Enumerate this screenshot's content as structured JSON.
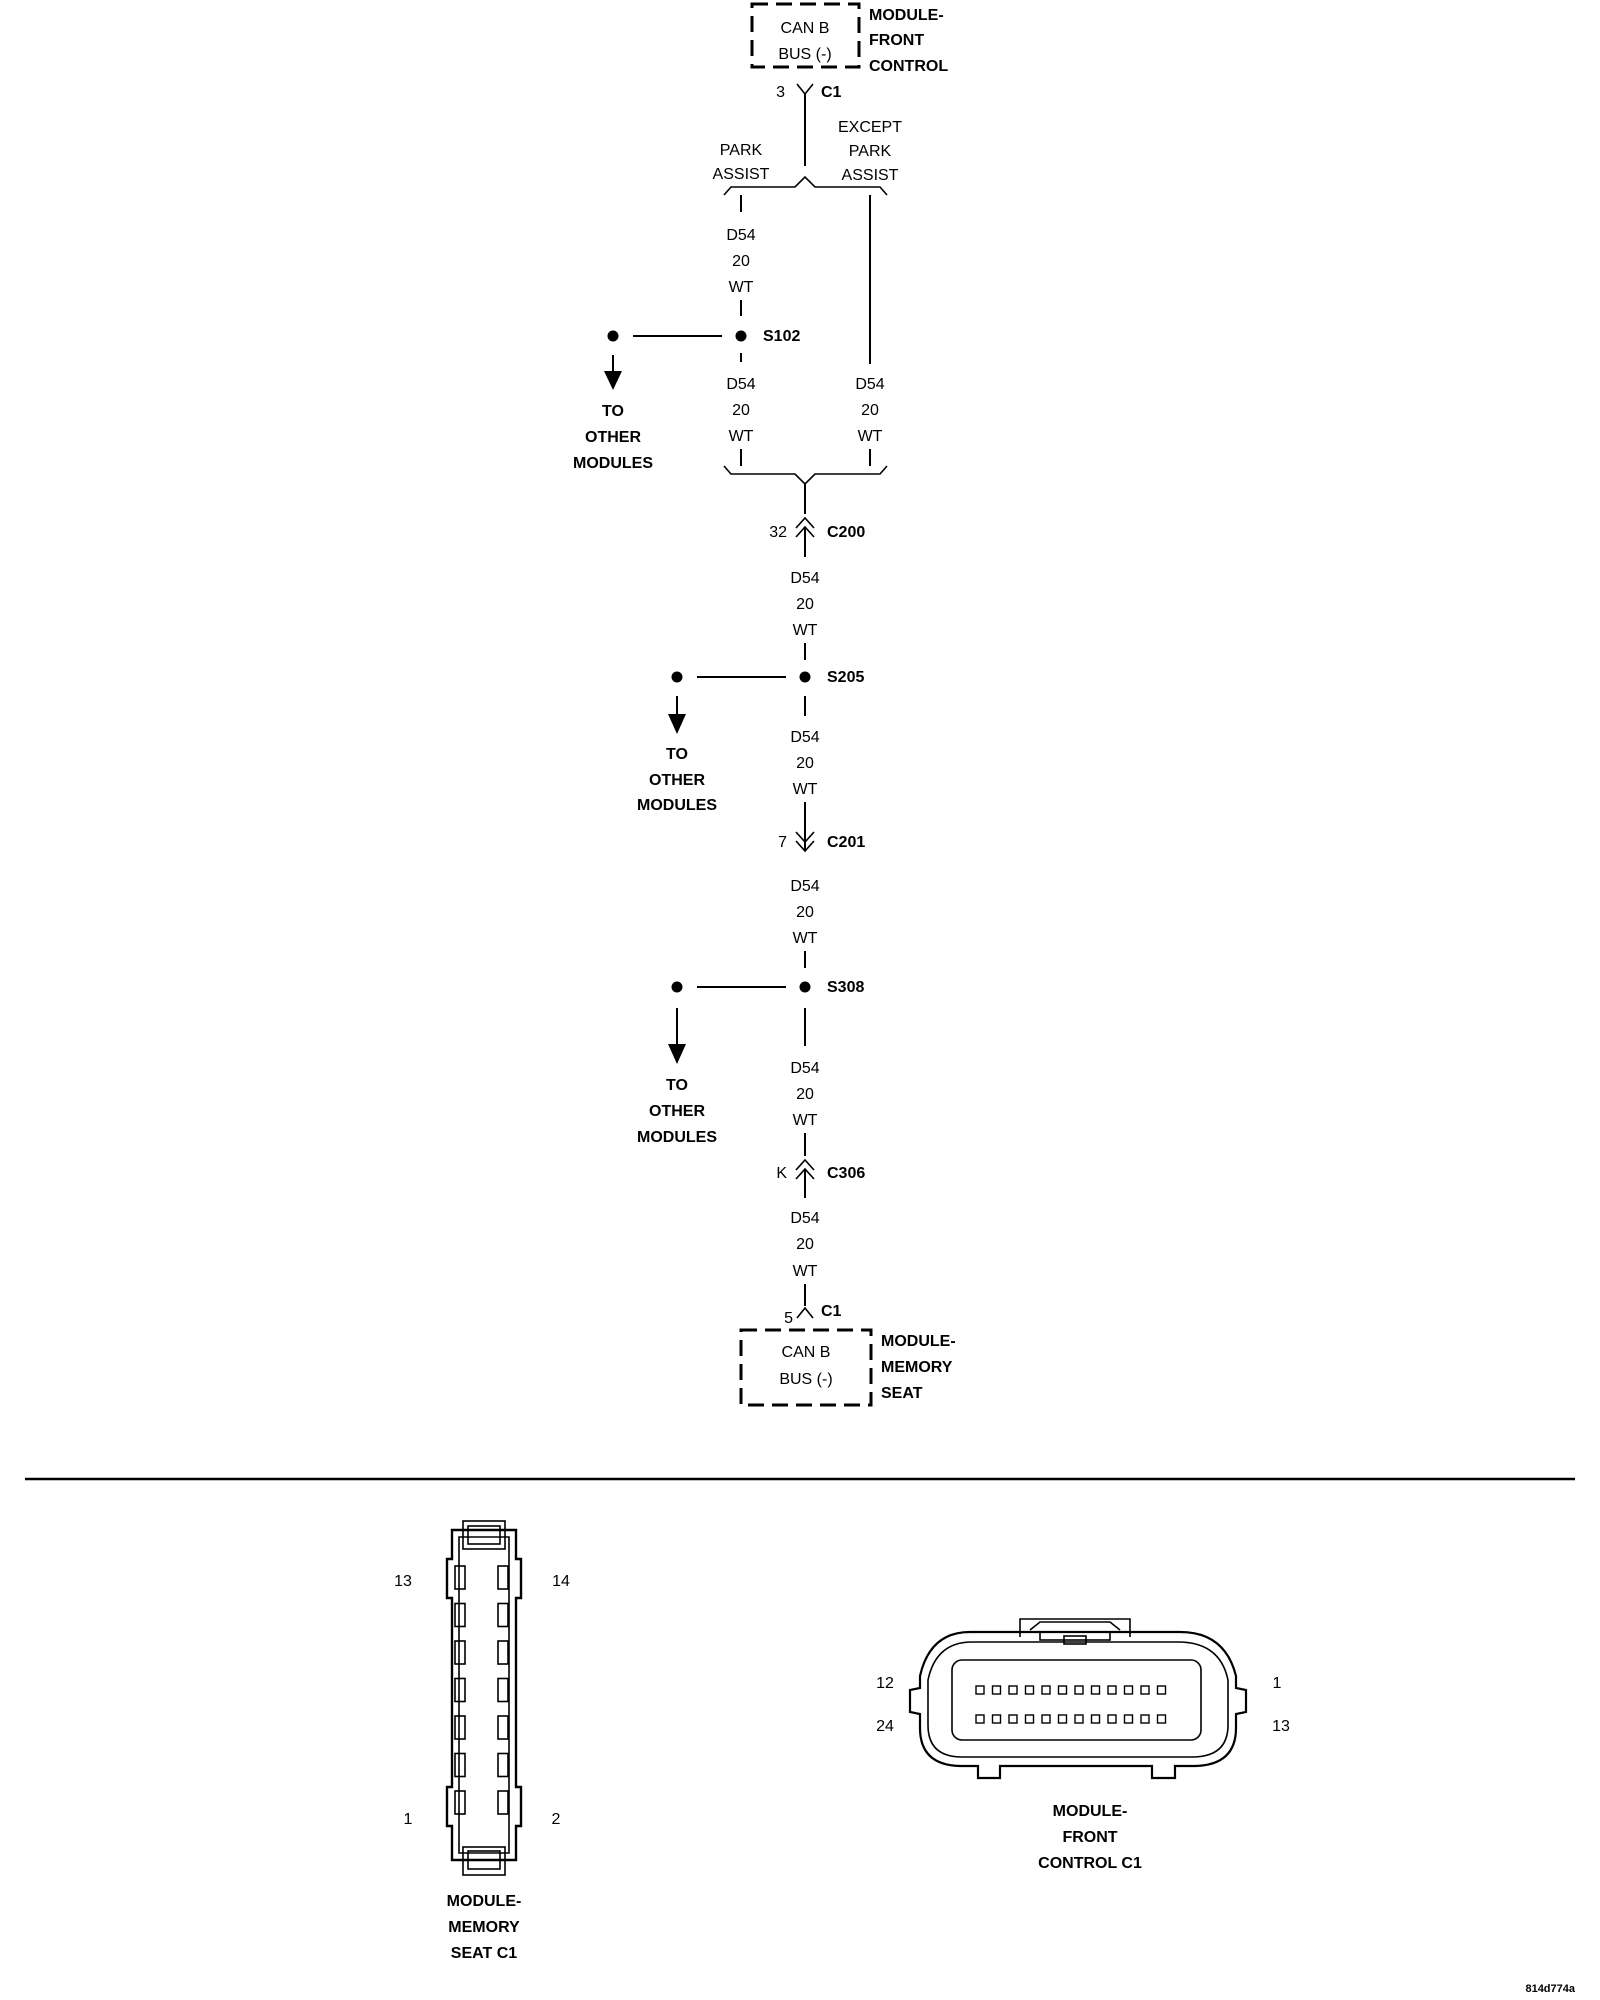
{
  "modules": {
    "front": {
      "box_line1": "CAN B",
      "box_line2": "BUS (-)",
      "name1": "MODULE-",
      "name2": "FRONT",
      "name3": "CONTROL",
      "pin": "3",
      "conn": "C1"
    },
    "seat": {
      "box_line1": "CAN B",
      "box_line2": "BUS (-)",
      "name1": "MODULE-",
      "name2": "MEMORY",
      "name3": "SEAT",
      "pin": "5",
      "conn": "C1"
    }
  },
  "options": {
    "left": [
      "PARK",
      "ASSIST"
    ],
    "right": [
      "EXCEPT",
      "PARK",
      "ASSIST"
    ]
  },
  "wire": {
    "code": "D54",
    "gauge": "20",
    "color": "WT"
  },
  "splices": {
    "s1": "S102",
    "s2": "S205",
    "s3": "S308"
  },
  "branch": {
    "line1": "TO",
    "line2": "OTHER",
    "line3": "MODULES"
  },
  "connectors": {
    "c200": {
      "pin": "32",
      "name": "C200"
    },
    "c201": {
      "pin": "7",
      "name": "C201"
    },
    "c306": {
      "pin": "K",
      "name": "C306"
    }
  },
  "views": {
    "seat": {
      "pin_tl": "13",
      "pin_tr": "14",
      "pin_bl": "1",
      "pin_br": "2",
      "label1": "MODULE-",
      "label2": "MEMORY",
      "label3": "SEAT C1"
    },
    "front": {
      "pin_tl": "12",
      "pin_tr": "1",
      "pin_bl": "24",
      "pin_br": "13",
      "label1": "MODULE-",
      "label2": "FRONT",
      "label3": "CONTROL C1"
    }
  },
  "figure_id": "814d774a"
}
